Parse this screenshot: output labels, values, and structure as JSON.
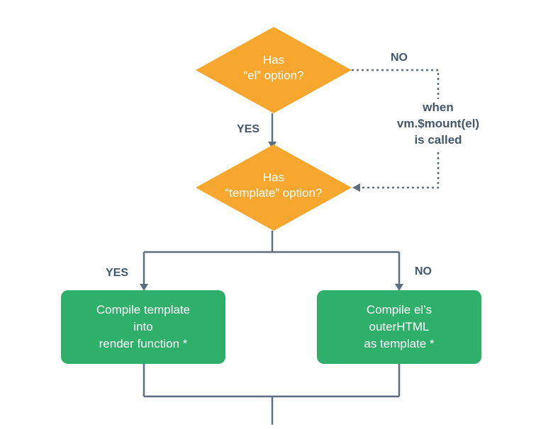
{
  "diagram": {
    "colors": {
      "decision": "#f7a72e",
      "process": "#2fb06a",
      "line": "#5e6e7f",
      "label": "#44566c"
    },
    "decision_el": {
      "line1": "Has",
      "line2": "“el” option?"
    },
    "decision_template": {
      "line1": "Has",
      "line2": "“template” option?"
    },
    "process_compile_template": {
      "line1": "Compile template",
      "line2": "into",
      "line3": "render function *"
    },
    "process_compile_el": {
      "line1": "Compile el’s",
      "line2": "outerHTML",
      "line3": "as template *"
    },
    "labels": {
      "el_no": "NO",
      "el_yes": "YES",
      "template_yes": "YES",
      "template_no": "NO"
    },
    "mount_note": {
      "line1": "when",
      "line2": "vm.$mount(el)",
      "line3": "is called"
    }
  }
}
